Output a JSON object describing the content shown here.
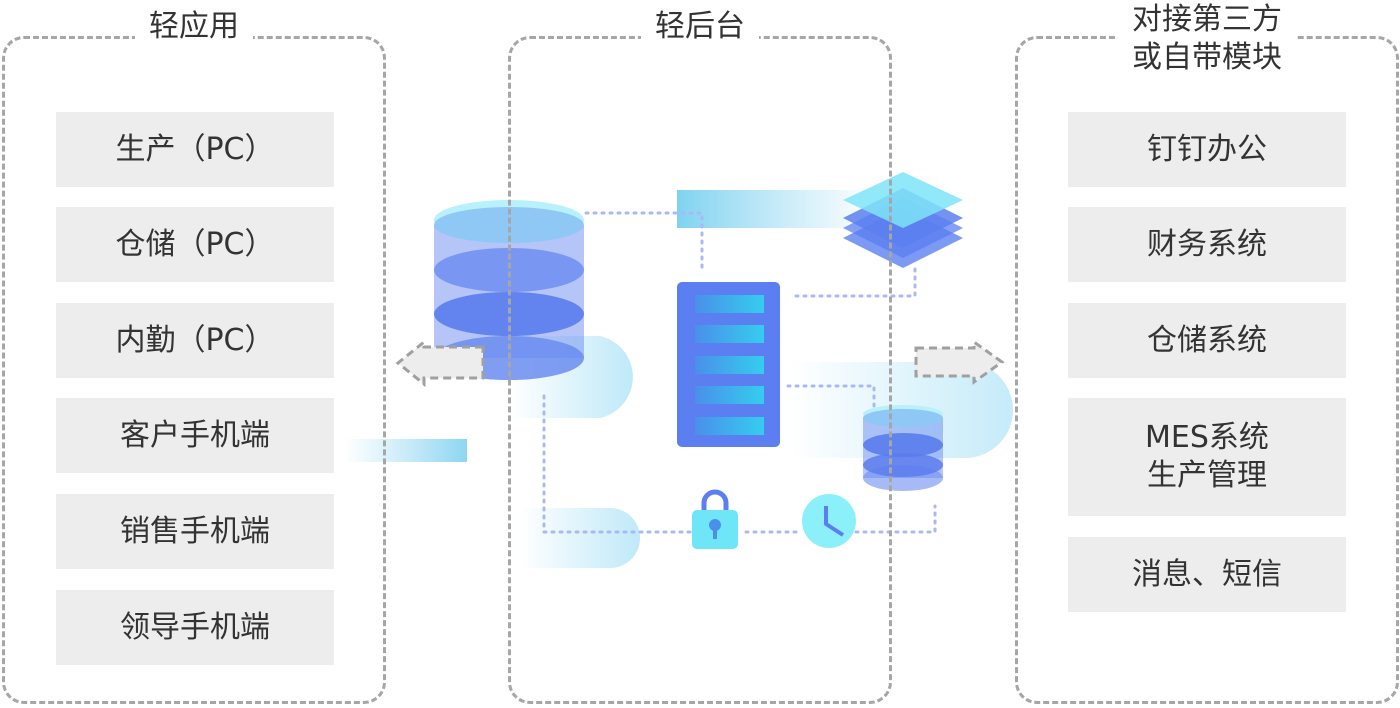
{
  "panels": {
    "left": {
      "title": "轻应用",
      "items": [
        "生产（PC）",
        "仓储（PC）",
        "内勤（PC）",
        "客户手机端",
        "销售手机端",
        "领导手机端"
      ]
    },
    "middle": {
      "title": "轻后台"
    },
    "right": {
      "title_line1": "对接第三方",
      "title_line2": "或自带模块",
      "items": [
        "钉钉办公",
        "财务系统",
        "仓储系统",
        "MES系统",
        "生产管理",
        "消息、短信"
      ]
    }
  },
  "colors": {
    "panel_border": "#a6a6a6",
    "item_bg": "#ededed",
    "text": "#333333",
    "primary_blue": "#5b7ff0",
    "cyan": "#6ee6f7",
    "light_blue": "#9ad9f2"
  }
}
